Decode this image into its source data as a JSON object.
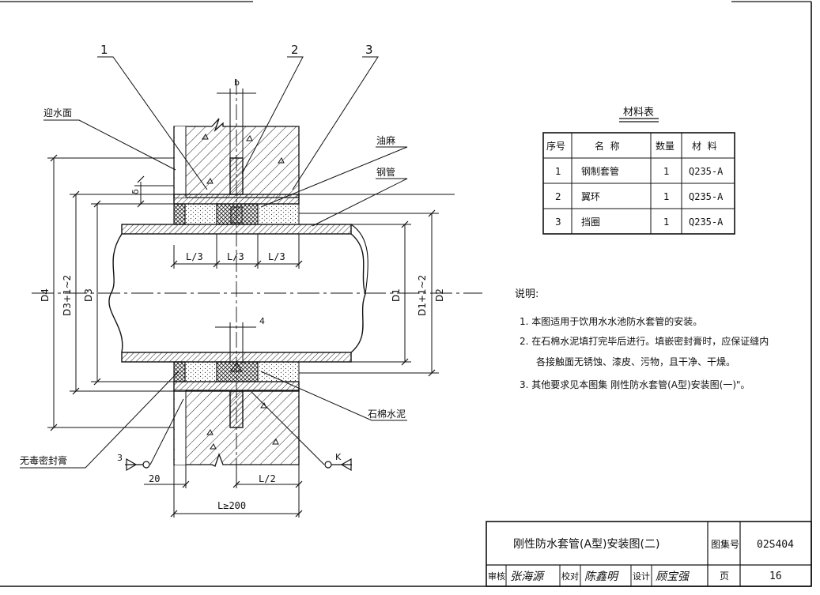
{
  "parts": {
    "p1": "1",
    "p2": "2",
    "p3": "3"
  },
  "labels": {
    "water_face": "迎水面",
    "oil_hemp": "油麻",
    "steel_pipe": "钢管",
    "asbestos_cement": "石棉水泥",
    "sealant": "无毒密封膏"
  },
  "dims": {
    "b": "b",
    "delta": "δ",
    "l3a": "L/3",
    "l3b": "L/3",
    "l3c": "L/3",
    "d4": "D4",
    "d3plus": "D3+1~2",
    "d3": "D3",
    "d1": "D1",
    "d1plus": "D1+1~2",
    "d2": "D2",
    "four": "4",
    "twenty": "20",
    "l2": "L/2",
    "lmin": "L≥200",
    "sec3": "3",
    "seck": "K"
  },
  "materials": {
    "title": "材料表",
    "headers": [
      "序号",
      "名  称",
      "数量",
      "材  料"
    ],
    "rows": [
      [
        "1",
        "钢制套管",
        "1",
        "Q235-A"
      ],
      [
        "2",
        "翼环",
        "1",
        "Q235-A"
      ],
      [
        "3",
        "挡圈",
        "1",
        "Q235-A"
      ]
    ]
  },
  "notes": {
    "heading": "说明:",
    "n1": "1. 本图适用于饮用水水池防水套管的安装。",
    "n2a": "2. 在石棉水泥填打完毕后进行。填嵌密封膏时，应保证缝内",
    "n2b": "各接触面无锈蚀、漆皮、污物，且干净、干燥。",
    "n3": "3. 其他要求见本图集 刚性防水套管(A型)安装图(一)\"。"
  },
  "title_block": {
    "title": "刚性防水套管(A型)安装图(二)",
    "atlas_label": "图集号",
    "atlas_no": "02S404",
    "review": "审核",
    "review_sig": "张海源",
    "check": "校对",
    "check_sig": "陈鑫明",
    "design": "设计",
    "design_sig": "顾宝强",
    "page_label": "页",
    "page_no": "16"
  }
}
